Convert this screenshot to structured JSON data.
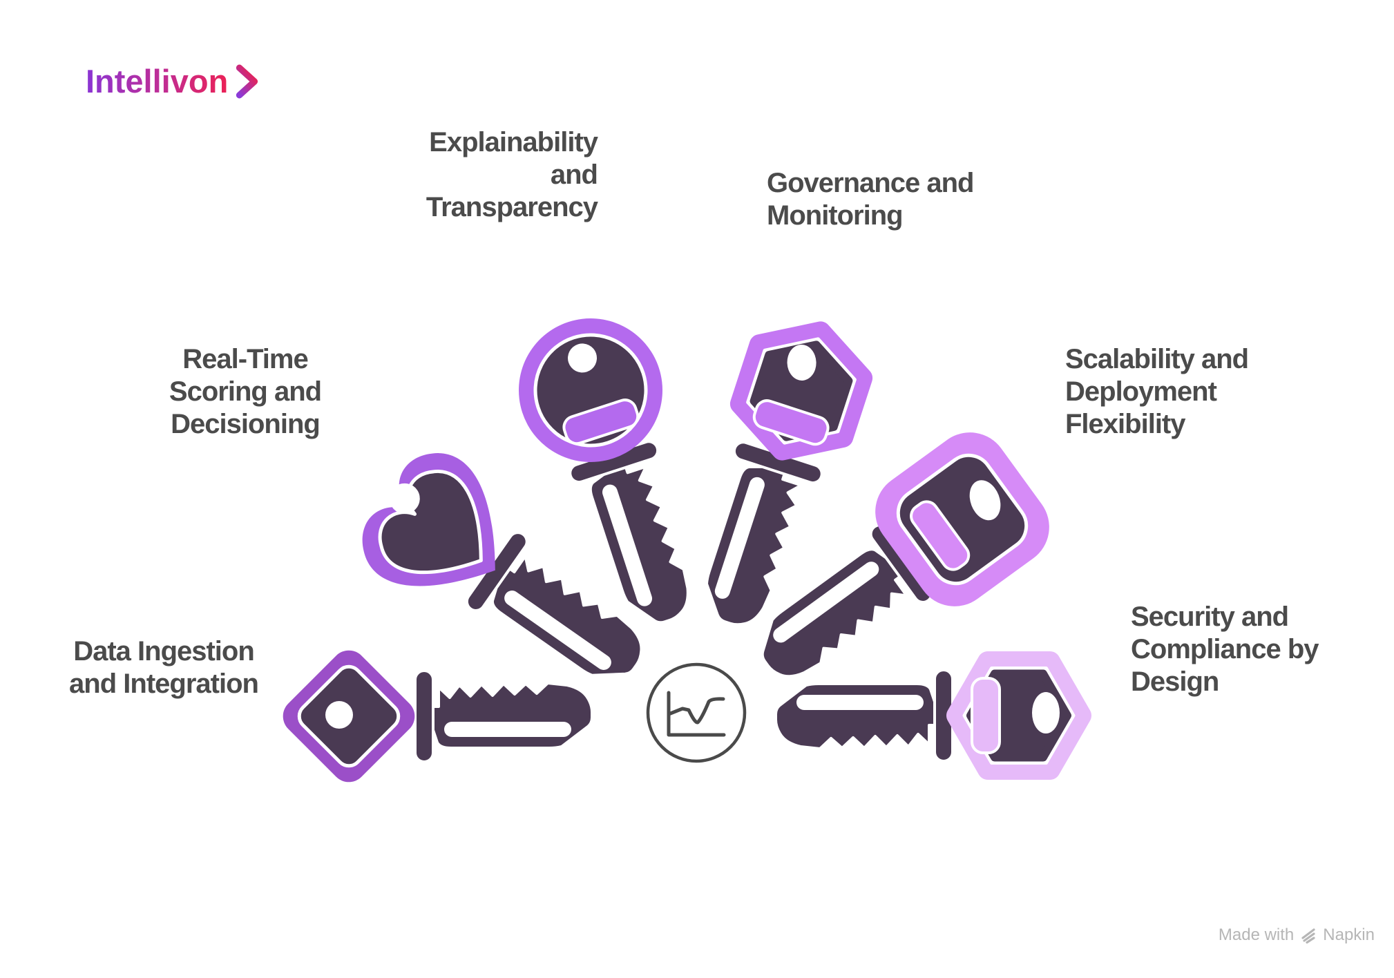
{
  "logo": {
    "text": "Intellivon",
    "chevron_icon": "chevron-right"
  },
  "theme": {
    "key-dark": "#4a3a53",
    "text": "#4b4b4b",
    "muted": "#b6b6b6",
    "outline": "#4a4a4a",
    "logo-start": "#8a35d4",
    "logo-end": "#eb2156"
  },
  "keys": [
    {
      "id": "data-ingestion-and-integration",
      "head_shape": "diamond",
      "accent": "#9b4fc8",
      "label_lines": [
        "Data Ingestion",
        "and Integration"
      ]
    },
    {
      "id": "real-time-scoring-and-decisioning",
      "head_shape": "heart",
      "accent": "#a75fe2",
      "label_lines": [
        "Real-Time",
        "Scoring and",
        "Decisioning"
      ]
    },
    {
      "id": "explainability-and-transparency",
      "head_shape": "round",
      "accent": "#b46aee",
      "label_lines": [
        "Explainability",
        "and",
        "Transparency"
      ]
    },
    {
      "id": "governance-and-monitoring",
      "head_shape": "hexagon",
      "accent": "#c477f3",
      "label_lines": [
        "Governance and",
        "Monitoring"
      ]
    },
    {
      "id": "scalability-and-deployment-flexibility",
      "head_shape": "rounded-square",
      "accent": "#d68bf7",
      "label_lines": [
        "Scalability and",
        "Deployment",
        "Flexibility"
      ]
    },
    {
      "id": "security-and-compliance-by-design",
      "head_shape": "hexagon",
      "accent": "#e6baf9",
      "label_lines": [
        "Security and",
        "Compliance by",
        "Design"
      ]
    }
  ],
  "center": {
    "icon": "line-chart"
  },
  "footer": {
    "made_with": "Made with",
    "brand": "Napkin"
  }
}
